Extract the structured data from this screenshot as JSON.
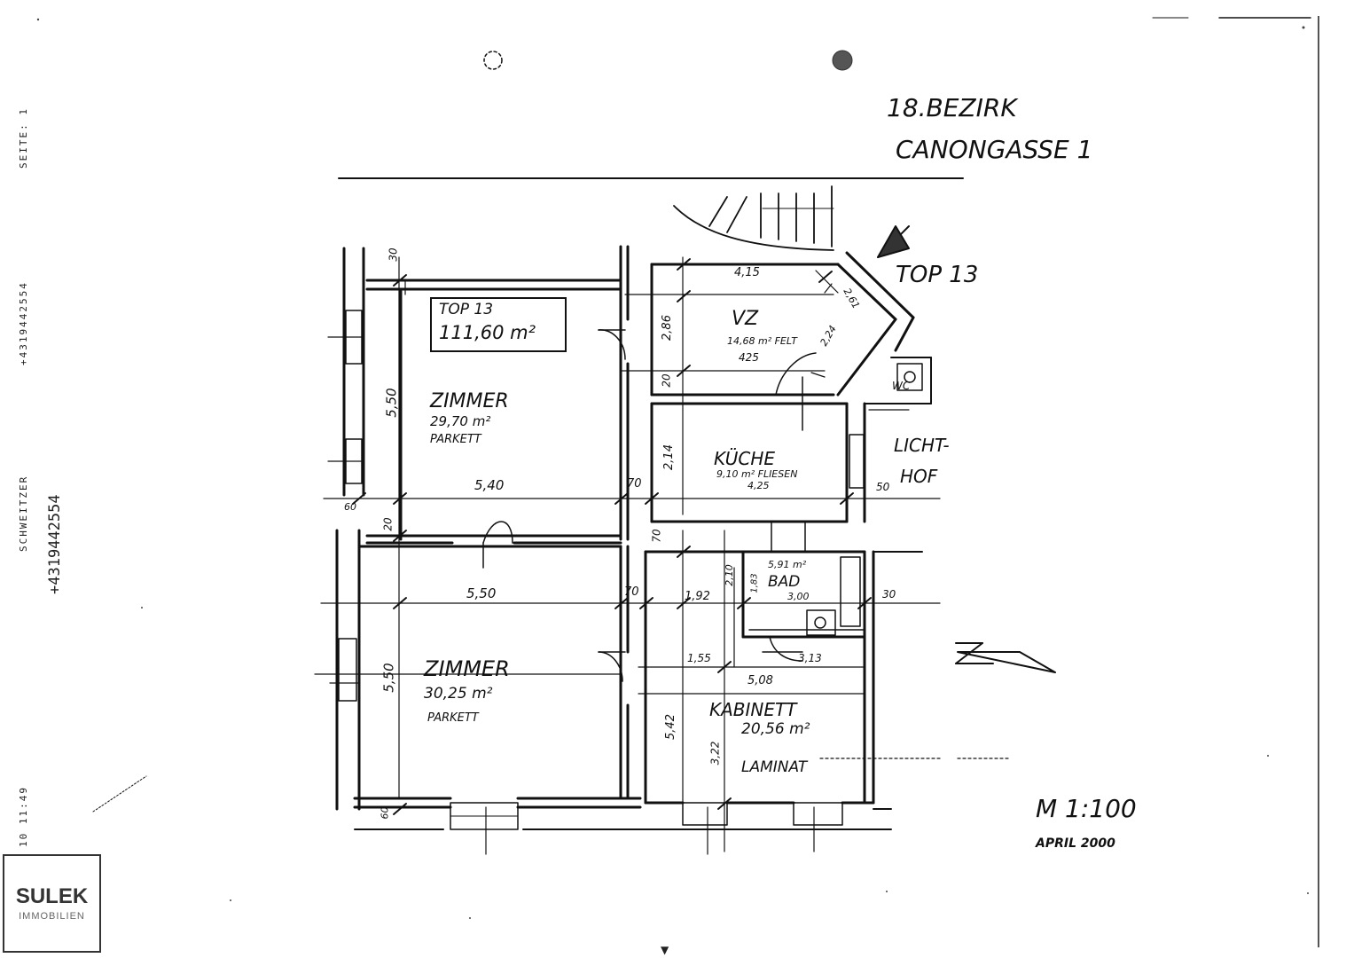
{
  "fax_header": {
    "page": "SEITE: 1",
    "phone": "+4319442554",
    "sender": "SCHWEITZER",
    "time": "10 11:49"
  },
  "side_phone": "+4319442554",
  "address": {
    "district": "18.BEZIRK",
    "street": "CANONGASSE 1"
  },
  "scale": "M 1:100",
  "date": "APRIL 2000",
  "top_label": "TOP 13",
  "apartment_box": {
    "line1": "TOP 13",
    "line2": "111,60 m²"
  },
  "rooms": {
    "zimmer1": {
      "name": "ZIMMER",
      "area": "29,70 m²",
      "floor": "PARKETT"
    },
    "zimmer2": {
      "name": "ZIMMER",
      "area": "30,25 m²",
      "floor": "PARKETT"
    },
    "vz": {
      "name": "VZ",
      "area": "14,68 m² FELT",
      "extra": "425"
    },
    "kueche": {
      "name": "KÜCHE",
      "area": "9,10 m² FLIESEN",
      "extra": "4,25"
    },
    "bad": {
      "name": "BAD",
      "area": "5,91 m²",
      "extra": "3,00"
    },
    "kabinett": {
      "name": "KABINETT",
      "area": "20,56 m²",
      "floor": "LAMINAT"
    },
    "wc": {
      "name": "WC"
    },
    "lichthof": {
      "line1": "LICHT-",
      "line2": "HOF"
    }
  },
  "dimensions": {
    "d_30_top": "30",
    "d_550_left": "5,50",
    "d_540": "5,40",
    "d_70_a": "70",
    "d_60_a": "60",
    "d_20_a": "20",
    "d_550_mid": "5,50",
    "d_70_b": "70",
    "d_550_lower": "5,50",
    "d_60_b": "60",
    "d_415": "4,15",
    "d_286": "2,86",
    "d_20_b": "20",
    "d_224": "2,24",
    "d_261": "2,61",
    "d_214": "2,14",
    "d_50": "50",
    "d_70_c": "70",
    "d_210": "2,10",
    "d_192": "1,92",
    "d_183": "1,83",
    "d_30_right": "30",
    "d_155": "1,55",
    "d_313": "3,13",
    "d_508": "5,08",
    "d_542": "5,42",
    "d_322": "3,22"
  }
}
